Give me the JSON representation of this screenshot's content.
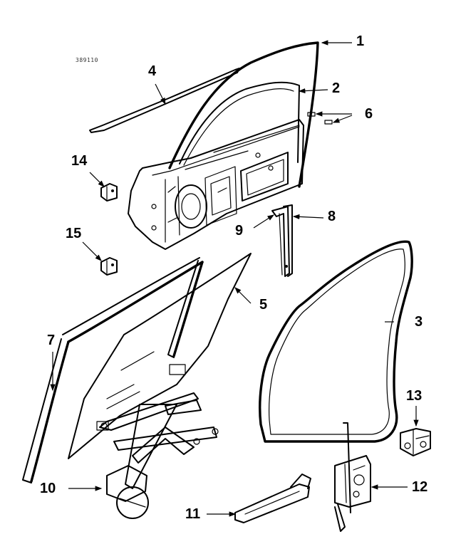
{
  "diagram_code": "389110",
  "callouts": [
    {
      "id": "1",
      "label": "1"
    },
    {
      "id": "2",
      "label": "2"
    },
    {
      "id": "3",
      "label": "3"
    },
    {
      "id": "4",
      "label": "4"
    },
    {
      "id": "5",
      "label": "5"
    },
    {
      "id": "6",
      "label": "6"
    },
    {
      "id": "7",
      "label": "7"
    },
    {
      "id": "8",
      "label": "8"
    },
    {
      "id": "9",
      "label": "9"
    },
    {
      "id": "10",
      "label": "10"
    },
    {
      "id": "11",
      "label": "11"
    },
    {
      "id": "12",
      "label": "12"
    },
    {
      "id": "13",
      "label": "13"
    },
    {
      "id": "14",
      "label": "14"
    },
    {
      "id": "15",
      "label": "15"
    }
  ]
}
